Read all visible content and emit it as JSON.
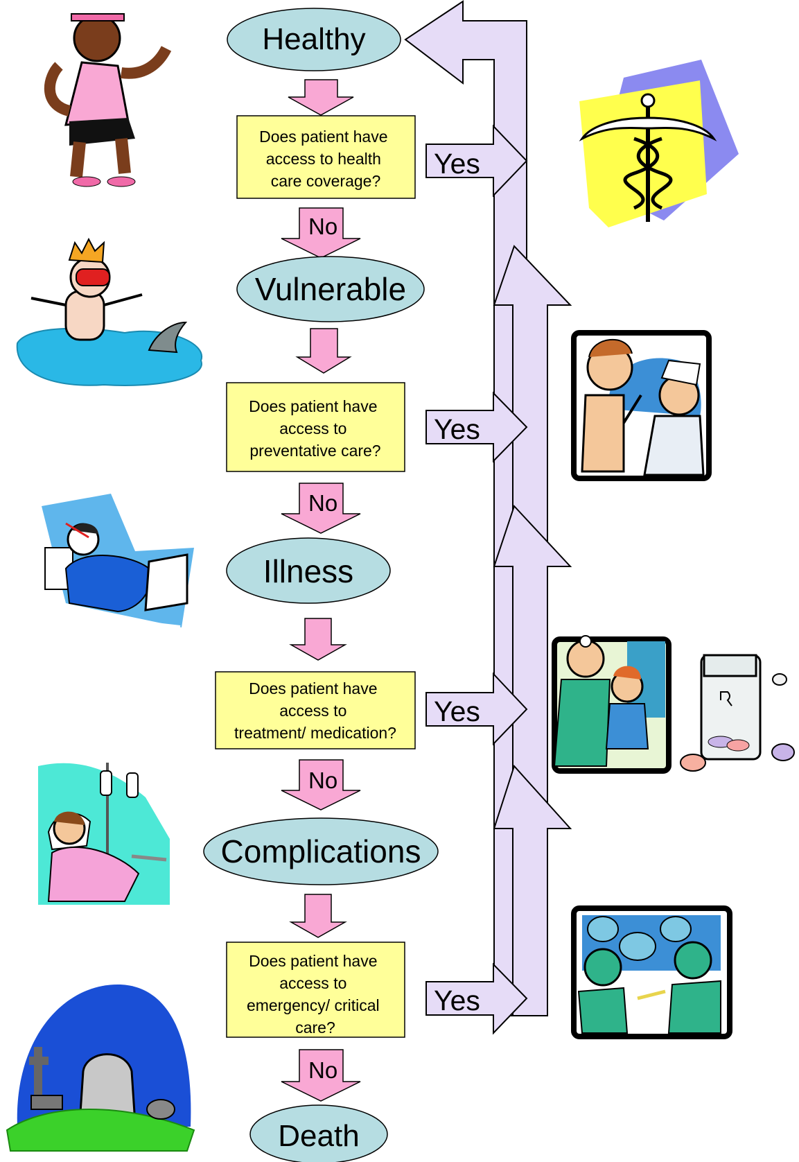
{
  "states": {
    "healthy": "Healthy",
    "vulnerable": "Vulnerable",
    "illness": "Illness",
    "complications": "Complications",
    "death": "Death"
  },
  "questions": [
    [
      "Does patient have",
      "access to health",
      "care coverage?"
    ],
    [
      "Does patient have",
      "access to",
      "preventative care?"
    ],
    [
      "Does patient have",
      "access to",
      "treatment/ medication?"
    ],
    [
      "Does patient have",
      "access to",
      "emergency/ critical",
      "care?"
    ]
  ],
  "labels": {
    "yes": "Yes",
    "no": "No"
  },
  "colors": {
    "state_fill": "#b6dde2",
    "question_fill": "#ffff99",
    "down_arrow_fill": "#f9a8d4",
    "return_arrow_fill": "#e6dcf7"
  },
  "illustrations": [
    "runner-clipart",
    "caduceus-clipart",
    "swimmer-shark-clipart",
    "nurse-injection-clipart",
    "sick-in-bed-clipart",
    "doctor-and-pills-clipart",
    "hospital-patient-clipart",
    "surgery-clipart",
    "grave-clipart"
  ]
}
